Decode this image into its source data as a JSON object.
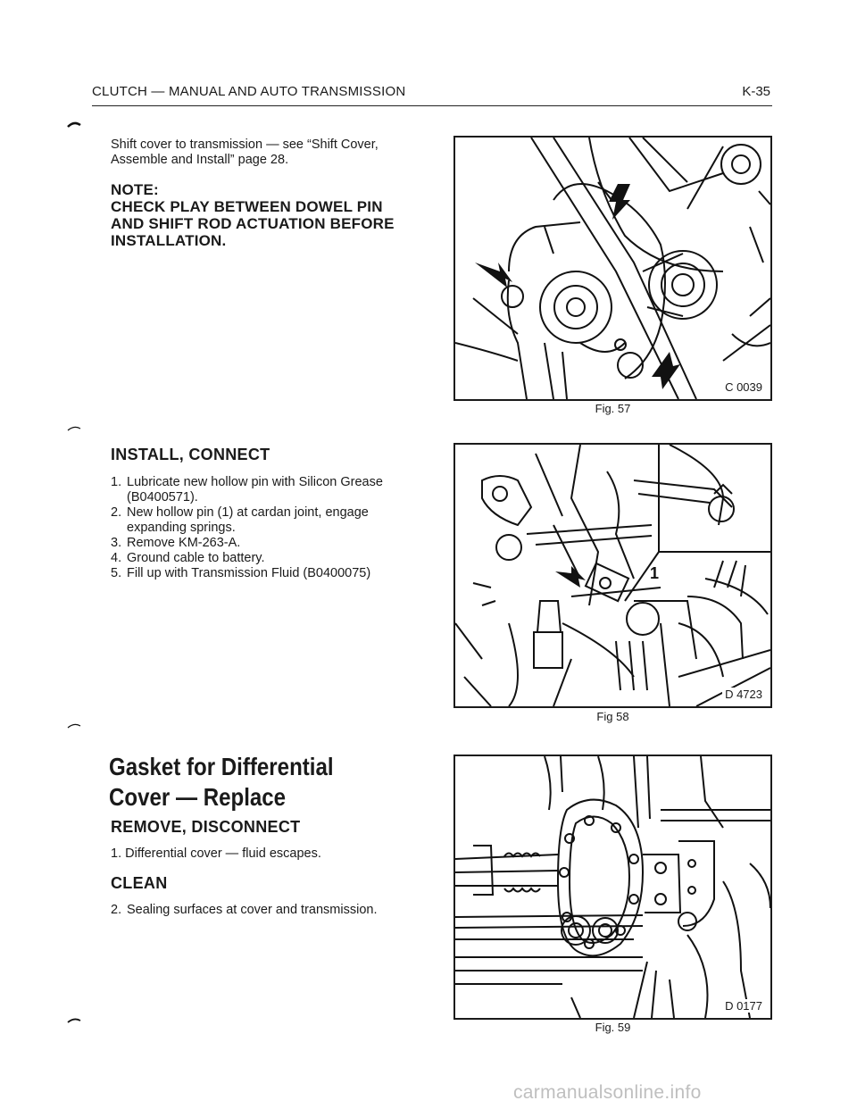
{
  "header": {
    "title": "CLUTCH — MANUAL AND AUTO TRANSMISSION",
    "page": "K-35"
  },
  "section1": {
    "text": "Shift cover to transmission — see “Shift Cover, Assemble and Install” page 28.",
    "note_label": "NOTE:",
    "note_text": "CHECK PLAY BETWEEN DOWEL PIN AND SHIFT ROD ACTUATION BEFORE INSTALLATION."
  },
  "section2": {
    "heading": "INSTALL, CONNECT",
    "steps": [
      {
        "n": "1.",
        "text": "Lubricate new hollow pin with Silicon Grease (B0400571)."
      },
      {
        "n": "2.",
        "text": "New hollow pin (1) at cardan joint, engage expanding springs."
      },
      {
        "n": "3.",
        "text": "Remove KM-263-A."
      },
      {
        "n": "4.",
        "text": "Ground cable to battery."
      },
      {
        "n": "5.",
        "text": "Fill up with Transmission Fluid (B0400075)"
      }
    ]
  },
  "section3": {
    "title_line1": "Gasket for Differential",
    "title_line2": "Cover — Replace",
    "heading_remove": "REMOVE, DISCONNECT",
    "step_remove": {
      "n": "1.",
      "text": "Differential cover — fluid escapes."
    },
    "heading_clean": "CLEAN",
    "step_clean": {
      "n": "2.",
      "text": "Sealing surfaces at cover and transmission."
    }
  },
  "figures": [
    {
      "code": "C 0039",
      "caption": "Fig. 57"
    },
    {
      "code": "D 4723",
      "caption": "Fig 58",
      "callout": "1"
    },
    {
      "code": "D 0177",
      "caption": "Fig. 59"
    }
  ],
  "watermark": "carmanualsonline.info",
  "icons": {
    "arrow": "pointer-arrow-icon",
    "margin_mark": "margin-bracket-icon"
  }
}
